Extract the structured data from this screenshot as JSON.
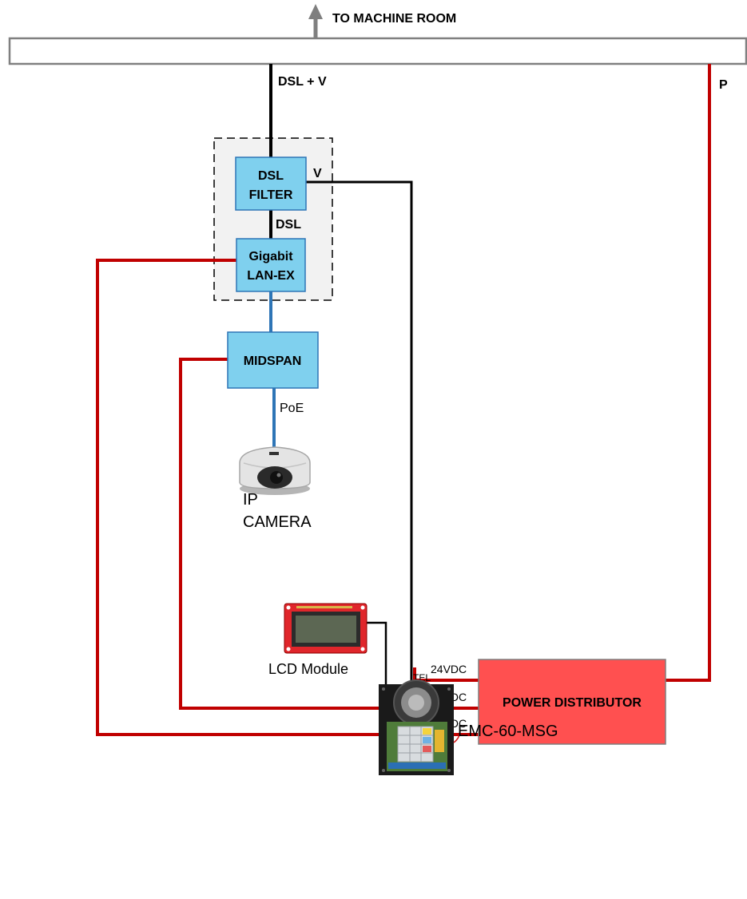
{
  "labels": {
    "machine_room": "TO MACHINE ROOM",
    "dsl_v": "DSL + V",
    "p": "P",
    "v": "V",
    "dsl": "DSL",
    "poe": "PoE",
    "tel": "TEL",
    "lcd_module": "LCD Module",
    "device": "EMC-60-MSG",
    "ip_line1": "IP",
    "ip_line2": "CAMERA",
    "vdc24": "24VDC",
    "vdc48": "48VDC",
    "vdc12": "12VDC"
  },
  "boxes": {
    "dsl_filter": {
      "line1": "DSL",
      "line2": "FILTER"
    },
    "lan_ex": {
      "line1": "Gigabit",
      "line2": "LAN-EX"
    },
    "midspan": {
      "label": "MIDSPAN"
    },
    "power_distributor": {
      "label": "POWER DISTRIBUTOR"
    }
  },
  "colors": {
    "box_blue": "#7fd0ee",
    "power_red": "#ff5050",
    "wire_red": "#c00000",
    "wire_blue": "#2e75b6",
    "wire_black": "#000000",
    "enclosure_fill": "#f2f2f2"
  }
}
